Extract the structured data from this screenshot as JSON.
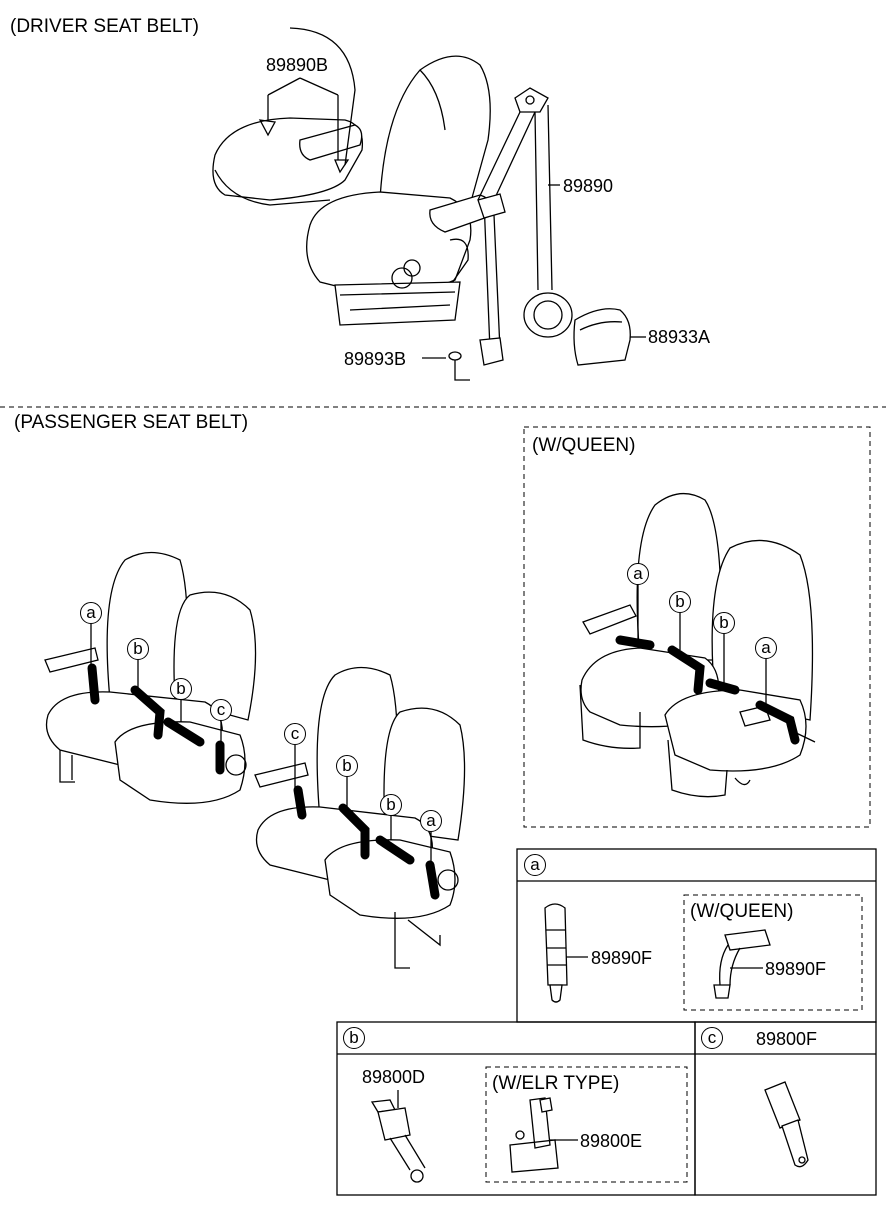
{
  "sections": {
    "driver": "(DRIVER SEAT BELT)",
    "passenger": "(PASSENGER SEAT BELT)",
    "queen_box": "(W/QUEEN)"
  },
  "parts": {
    "p89890B": "89890B",
    "p89890": "89890",
    "p89893B": "89893B",
    "p88933A": "88933A",
    "p89890F_a": "89890F",
    "p89890F_q": "89890F",
    "p89800D": "89800D",
    "p89800E": "89800E",
    "p89800F": "89800F"
  },
  "detail_boxes": {
    "a_tag": "a",
    "a_sub": "(W/QUEEN)",
    "b_tag": "b",
    "b_sub": "(W/ELR TYPE)",
    "c_tag": "c"
  },
  "callouts": {
    "left": [
      "a",
      "b",
      "b",
      "c"
    ],
    "right": [
      "c",
      "b",
      "b",
      "a"
    ],
    "queen": [
      "a",
      "b",
      "b",
      "a"
    ]
  }
}
